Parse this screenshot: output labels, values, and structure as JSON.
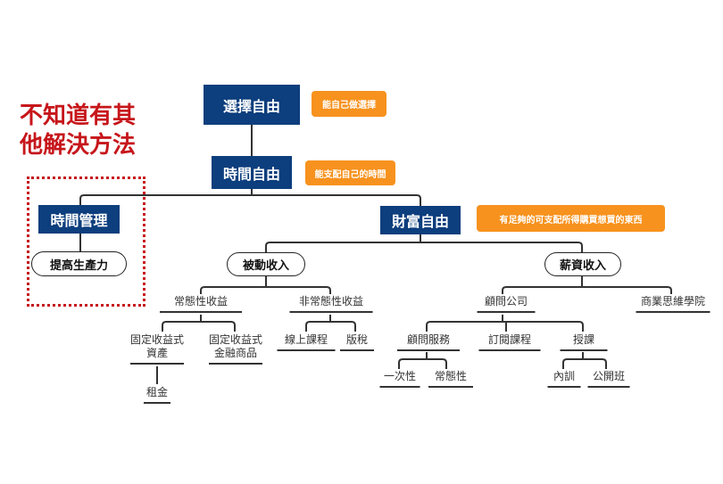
{
  "side_note": {
    "line1": "不知道有其",
    "line2": "他解決方法"
  },
  "top": {
    "choice": "選擇自由",
    "choice_note": "能自己做選擇",
    "time": "時間自由",
    "time_note": "能支配自己的時間"
  },
  "left": {
    "time_mgmt": "時間管理",
    "productivity": "提高生產力"
  },
  "wealth": {
    "label": "財富自由",
    "note": "有足夠的可支配所得購買想買的東西"
  },
  "passive": {
    "label": "被動收入",
    "regular": "常態性收益",
    "irregular": "非常態性收益",
    "fixed_asset": "固定收益式\n資產",
    "fixed_fin": "固定收益式\n金融商品",
    "rent": "租金",
    "online": "線上課程",
    "royalty": "版稅"
  },
  "salary": {
    "label": "薪資收入",
    "consulting_co": "顧問公司",
    "academy": "商業思維學院",
    "consulting": "顧問服務",
    "subscription": "訂閱課程",
    "teaching": "授課",
    "one_time": "一次性",
    "recurring": "常態性",
    "internal": "內訓",
    "public": "公開班"
  },
  "colors": {
    "navy": "#0d3e7d",
    "orange": "#f7921e",
    "red": "#c6161b"
  }
}
